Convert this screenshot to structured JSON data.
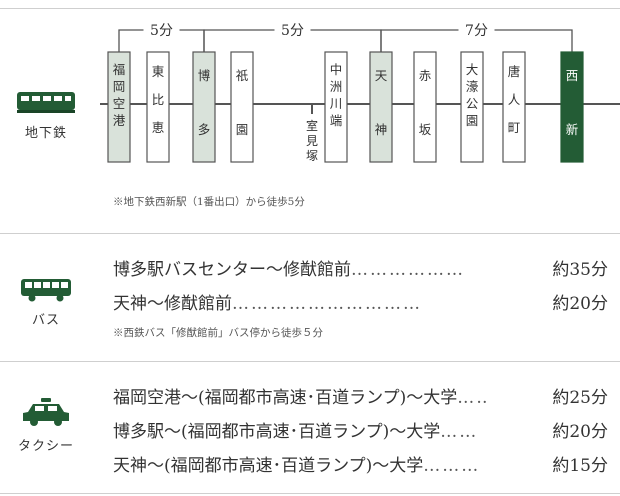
{
  "colors": {
    "accent": "#235c35",
    "station_fill": "#d9e2da",
    "station_plain": "#ffffff",
    "line": "#555555"
  },
  "subway": {
    "label": "地下鉄",
    "icon": "subway-train-icon",
    "brackets": [
      {
        "label": "5分"
      },
      {
        "label": "5分"
      },
      {
        "label": "7分"
      }
    ],
    "stations": [
      {
        "name": "福岡空港",
        "style": "highlight"
      },
      {
        "name": "東比恵",
        "style": "plain"
      },
      {
        "name": "博多",
        "style": "highlight"
      },
      {
        "name": "祇園",
        "style": "plain"
      },
      {
        "name": "中洲川端",
        "style": "plain"
      },
      {
        "name": "天神",
        "style": "highlight"
      },
      {
        "name": "赤坂",
        "style": "plain"
      },
      {
        "name": "大濠公園",
        "style": "plain"
      },
      {
        "name": "唐人町",
        "style": "plain"
      },
      {
        "name": "西新",
        "style": "destination"
      }
    ],
    "branch_station": "室見塚",
    "note": "※地下鉄西新駅（1番出口）から徒歩5分"
  },
  "bus": {
    "label": "バス",
    "icon": "bus-icon",
    "routes": [
      {
        "text": "博多駅バスセンター〜修猷館前",
        "dots": "………………",
        "time": "約35分"
      },
      {
        "text": "天神〜修猷館前",
        "dots": "…………………………",
        "time": "約20分"
      }
    ],
    "note": "※西鉄バス「修猷館前」バス停から徒歩５分"
  },
  "taxi": {
    "label": "タクシー",
    "icon": "taxi-icon",
    "routes": [
      {
        "text": "福岡空港〜(福岡都市高速･百道ランプ)〜大学",
        "dots": "…‥",
        "time": "約25分"
      },
      {
        "text": "博多駅〜(福岡都市高速･百道ランプ)〜大学",
        "dots": "……",
        "time": "約20分"
      },
      {
        "text": "天神〜(福岡都市高速･百道ランプ)〜大学",
        "dots": "………",
        "time": "約15分"
      }
    ]
  }
}
